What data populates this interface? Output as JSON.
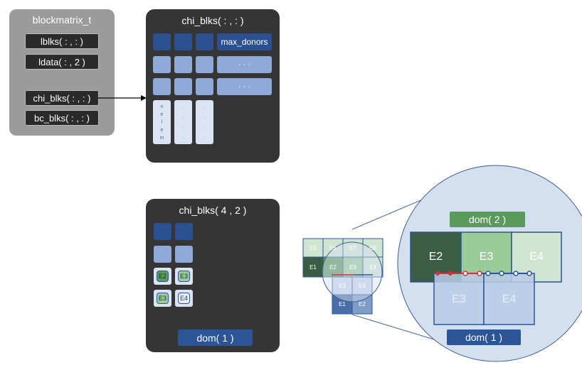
{
  "blockmatrix": {
    "title": "blockmatrix_t",
    "fields": [
      "lblks( : , : )",
      "ldata( : , 2 )",
      "chi_blks( : , : )",
      "bc_blks( : , : )"
    ]
  },
  "chi_blks": {
    "title": "chi_blks( : , : )",
    "max_donors": "max_donors",
    "dots": "·   ·   ·",
    "nelem": [
      "n",
      "e",
      "l",
      "e",
      "m"
    ]
  },
  "chi_blks_42": {
    "title": "chi_blks( 4 , 2 )",
    "tags": [
      "E2",
      "E3",
      "E3",
      "E4"
    ],
    "dom1": "dom( 1 )"
  },
  "zoom": {
    "dom2": "dom( 2 )",
    "dom1": "dom( 1 )",
    "top_row": [
      "E2",
      "E3",
      "E4"
    ],
    "bottom_row": [
      "E3",
      "E4"
    ]
  },
  "mini": {
    "top_row": [
      "E5",
      "E6",
      "E7",
      "E8"
    ],
    "mid_row": [
      "E1",
      "E2",
      "E3",
      "E4"
    ],
    "low_row": [
      "E3",
      "E4"
    ],
    "bot_row": [
      "E1",
      "E2"
    ]
  },
  "colors": {
    "accent_blue": "#2c5598",
    "accent_green": "#5b9a5d",
    "dark_green": "#3b5e43",
    "mid_green": "#9ccb9a",
    "light_green": "#cfe5d2",
    "red": "#d0333f"
  }
}
